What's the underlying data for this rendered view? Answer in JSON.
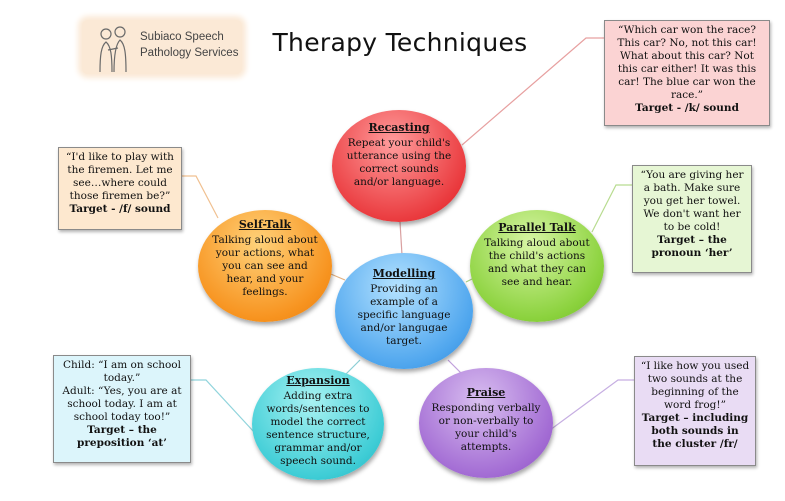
{
  "title": "Therapy Techniques",
  "logo": {
    "line1": "Subiaco Speech",
    "line2": "Pathology Services"
  },
  "colors": {
    "recasting": "#e9363a",
    "self_talk": "#f7931f",
    "parallel_talk": "#8bd23d",
    "modelling": "#4fa6ee",
    "expansion": "#3fcdd6",
    "praise": "#a36cd4"
  },
  "nodes": {
    "recasting": {
      "title": "Recasting",
      "desc": "Repeat your child's utterance using the correct sounds and/or language."
    },
    "self_talk": {
      "title": "Self-Talk",
      "desc": "Talking aloud about your actions, what you can see and hear, and your feelings."
    },
    "parallel_talk": {
      "title": "Parallel Talk",
      "desc": "Talking aloud about the child's actions and what they can see and hear."
    },
    "modelling": {
      "title": "Modelling",
      "desc": "Providing an example of a specific language and/or langugae target."
    },
    "expansion": {
      "title": "Expansion",
      "desc": "Adding extra words/sentences to model the correct sentence structure, grammar and/or speech sound."
    },
    "praise": {
      "title": "Praise",
      "desc": "Responding verbally or non-verbally to your child's attempts."
    }
  },
  "examples": {
    "recasting": {
      "text": "“Which car won the race? This car? No, not this car! What about this car? Not this car either! It was this car! The blue car won the race.”",
      "target": "Target - /k/ sound"
    },
    "self_talk": {
      "text": "“I'd like to play with the firemen. Let me see…where could those firemen be?”",
      "target": "Target - /f/ sound"
    },
    "parallel_talk": {
      "text": "“You are giving her a bath. Make sure you get her towel. We don't want her to be cold!",
      "target": "Target – the pronoun ‘her’"
    },
    "expansion": {
      "line1": "Child: “I am on school today.”",
      "line2": "Adult: “Yes, you are at school today. I am at school today too!”",
      "target": "Target – the preposition ‘at’"
    },
    "praise": {
      "text": "“I like how you used two sounds at the beginning of the word frog!”",
      "target": "Target – including both sounds in the cluster /fr/"
    }
  }
}
